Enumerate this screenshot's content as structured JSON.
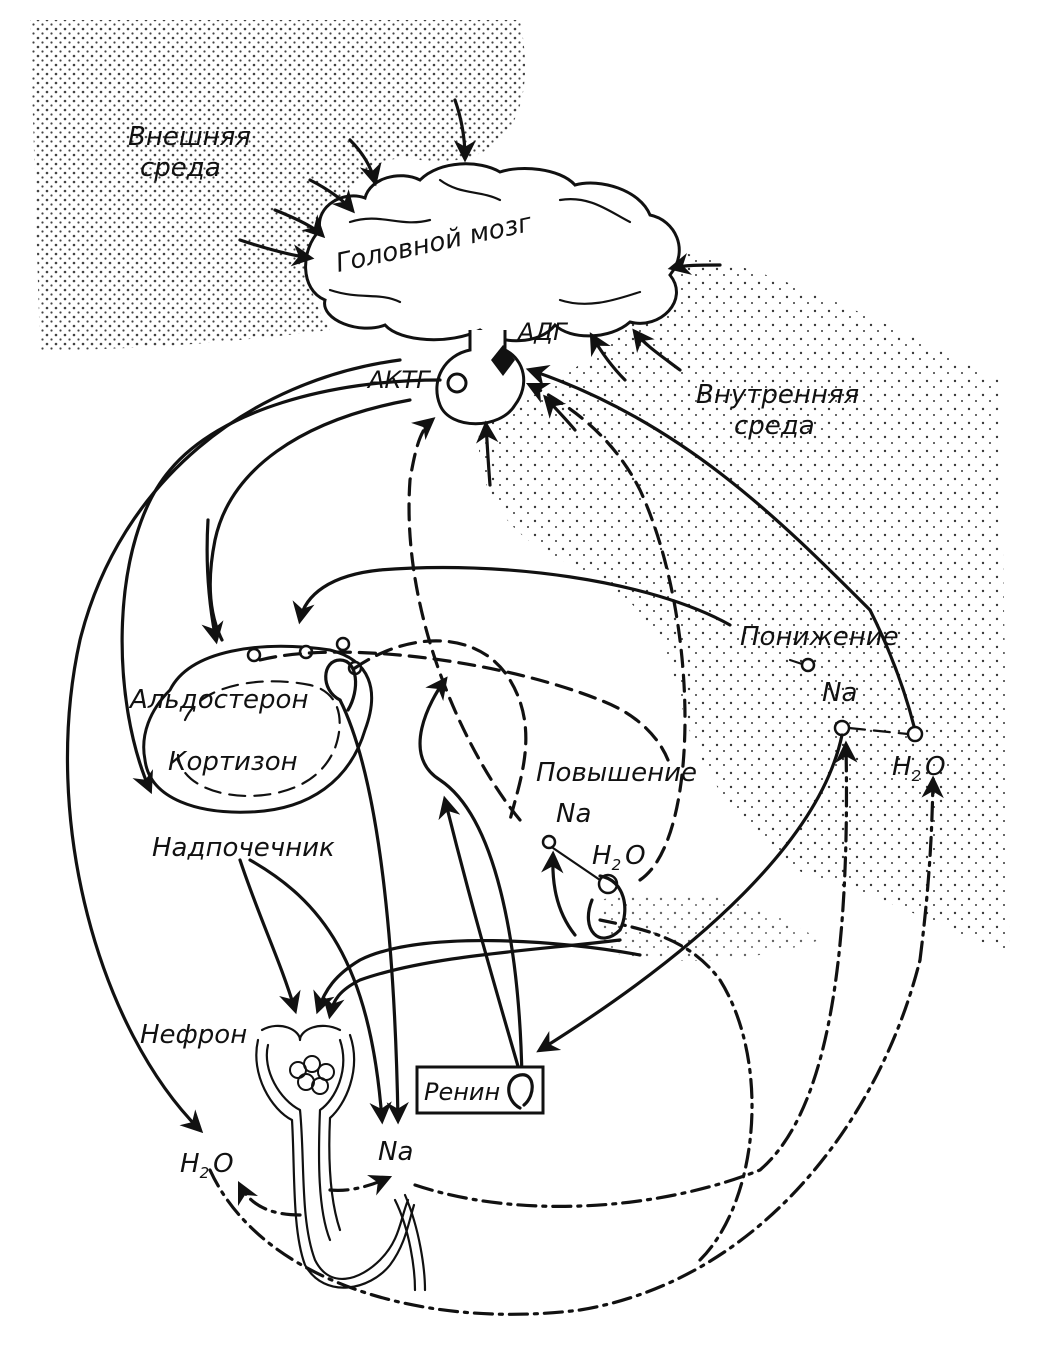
{
  "labels": {
    "external_env_1": "Внешняя",
    "external_env_2": "среда",
    "brain": "Головной мозг",
    "adh": "АДГ",
    "acth": "АКТГ",
    "internal_env_1": "Внутренняя",
    "internal_env_2": "среда",
    "decrease": "Понижение",
    "na_decrease": "Na",
    "h2o_decrease": "H",
    "aldosterone": "Альдостерон",
    "cortisone": "Кортизон",
    "adrenal": "Надпочечник",
    "increase": "Повышение",
    "na_increase": "Na",
    "h2o_increase": "H",
    "nephron": "Нефрон",
    "renin": "Ренин",
    "h2o_bottom": "H",
    "na_bottom": "Na",
    "sub2": "2",
    "o": "O"
  }
}
